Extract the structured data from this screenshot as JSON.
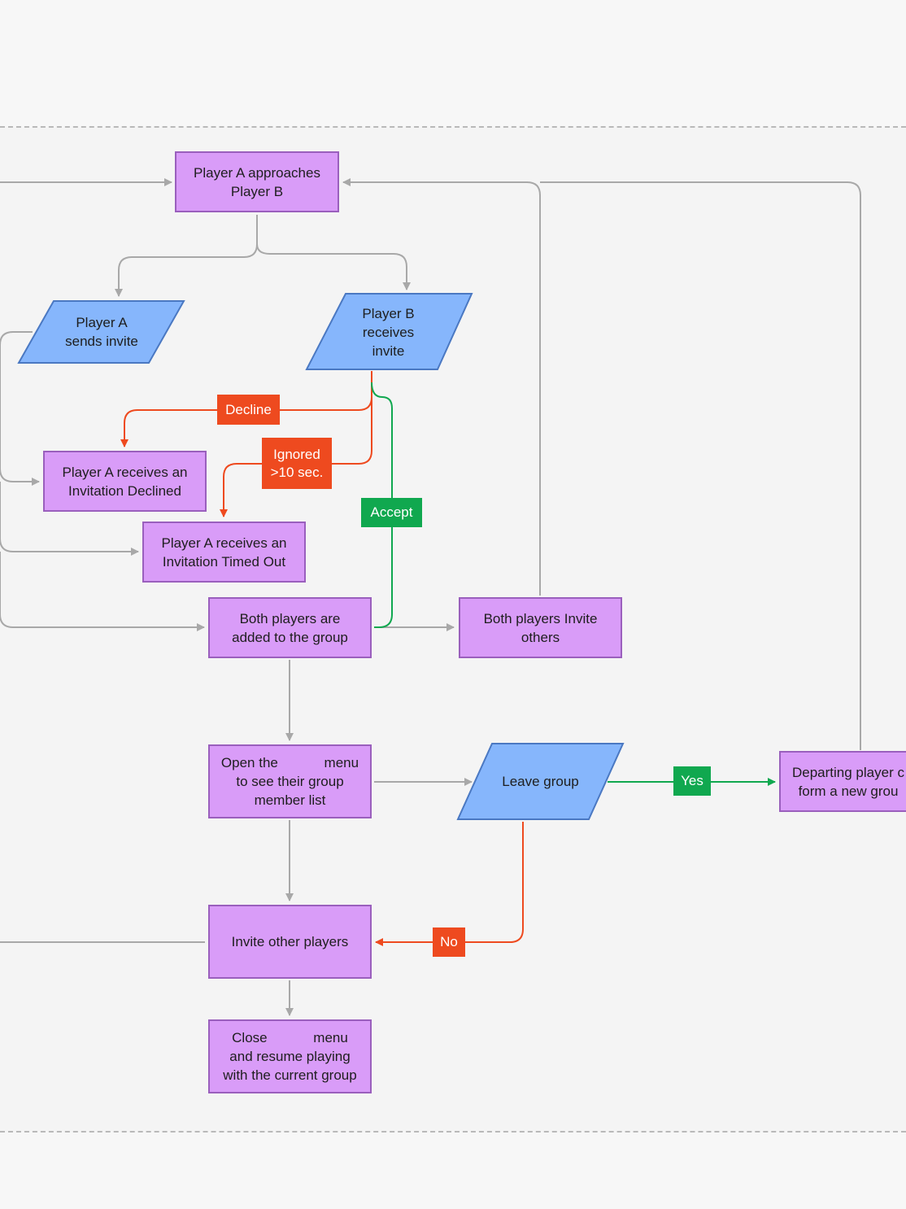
{
  "nodes": {
    "approach": "Player A approaches\nPlayer B",
    "sends_invite": "Player A\nsends invite",
    "receives_invite": "Player B\nreceives\ninvite",
    "declined": "Player A receives an\nInvitation Declined",
    "timed_out": "Player A receives an\nInvitation Timed Out",
    "added": "Both players are\nadded to the group",
    "invite_others": "Both players Invite\nothers",
    "open_menu": "Open the            menu\nto see their group\nmember list",
    "leave_group": "Leave group",
    "departing": "Departing player c\nform a new grou",
    "invite_other_players": "Invite other players",
    "close_menu": "Close            menu\nand resume playing\nwith the current group"
  },
  "labels": {
    "decline": "Decline",
    "ignored": "Ignored\n>10 sec.",
    "accept": "Accept",
    "yes": "Yes",
    "no": "No"
  },
  "colors": {
    "process_fill": "#d99cf8",
    "process_border": "#9a5fbd",
    "io_fill": "#86b6fc",
    "io_border": "#4a78c2",
    "connector": "#a8a8a8",
    "decline_red": "#ee4a1f",
    "accept_green": "#10a84f"
  }
}
